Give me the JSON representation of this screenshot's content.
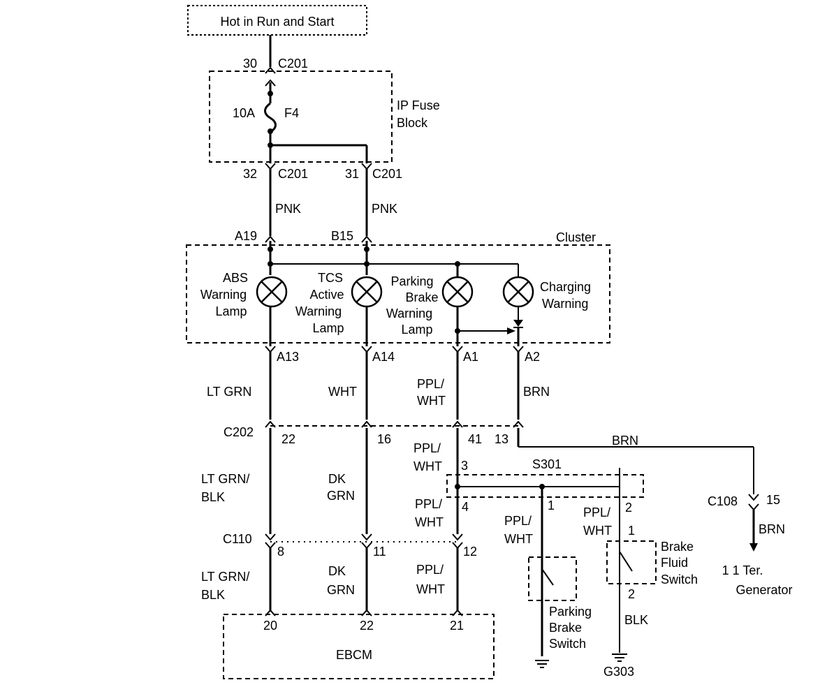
{
  "power_label": "Hot in Run and Start",
  "fuse_block": {
    "name_line1": "IP Fuse",
    "name_line2": "Block",
    "fuse_rating": "10A",
    "fuse_id": "F4",
    "top_pin": "30",
    "top_conn": "C201",
    "left_pin": "32",
    "left_conn": "C201",
    "right_pin": "31",
    "right_conn": "C201"
  },
  "wires": {
    "pnk_left": "PNK",
    "pnk_right": "PNK",
    "lt_grn": "LT GRN",
    "wht": "WHT",
    "ppl_wht_line1": "PPL/",
    "ppl_wht_line2": "WHT",
    "brn": "BRN",
    "lt_grn_blk_line1": "LT GRN/",
    "lt_grn_blk_line2": "BLK",
    "dk_grn_line1": "DK",
    "dk_grn_line2": "GRN",
    "blk": "BLK"
  },
  "cluster": {
    "name": "Cluster",
    "pin_a19": "A19",
    "pin_b15": "B15",
    "pin_a13": "A13",
    "pin_a14": "A14",
    "pin_a1": "A1",
    "pin_a2": "A2",
    "lamps": [
      {
        "line1": "ABS",
        "line2": "Warning",
        "line3": "Lamp"
      },
      {
        "line1": "TCS",
        "line2": "Active",
        "line3": "Warning",
        "line4": "Lamp"
      },
      {
        "line1": "Parking",
        "line2": "Brake",
        "line3": "Warning",
        "line4": "Lamp"
      },
      {
        "line1": "Charging",
        "line2": "Warning"
      }
    ]
  },
  "c202": {
    "name": "C202",
    "pin1": "22",
    "pin2": "16",
    "pin3": "41",
    "pin4": "13"
  },
  "splice": {
    "name": "S301",
    "pin3": "3",
    "pin4": "4",
    "pin1": "1",
    "pin2": "2"
  },
  "c108": {
    "name": "C108",
    "pin": "15"
  },
  "generator": {
    "line1": "1 1 Ter.",
    "line2": "Generator"
  },
  "c110": {
    "name": "C110",
    "pin1": "8",
    "pin2": "11",
    "pin3": "12"
  },
  "ebcm": {
    "name": "EBCM",
    "pin1": "20",
    "pin2": "22",
    "pin3": "21"
  },
  "parking_switch": {
    "line1": "Parking",
    "line2": "Brake",
    "line3": "Switch",
    "pin": "1"
  },
  "brake_fluid_switch": {
    "line1": "Brake",
    "line2": "Fluid",
    "line3": "Switch",
    "pin1": "1",
    "pin2": "2"
  },
  "ground": {
    "name": "G303"
  }
}
